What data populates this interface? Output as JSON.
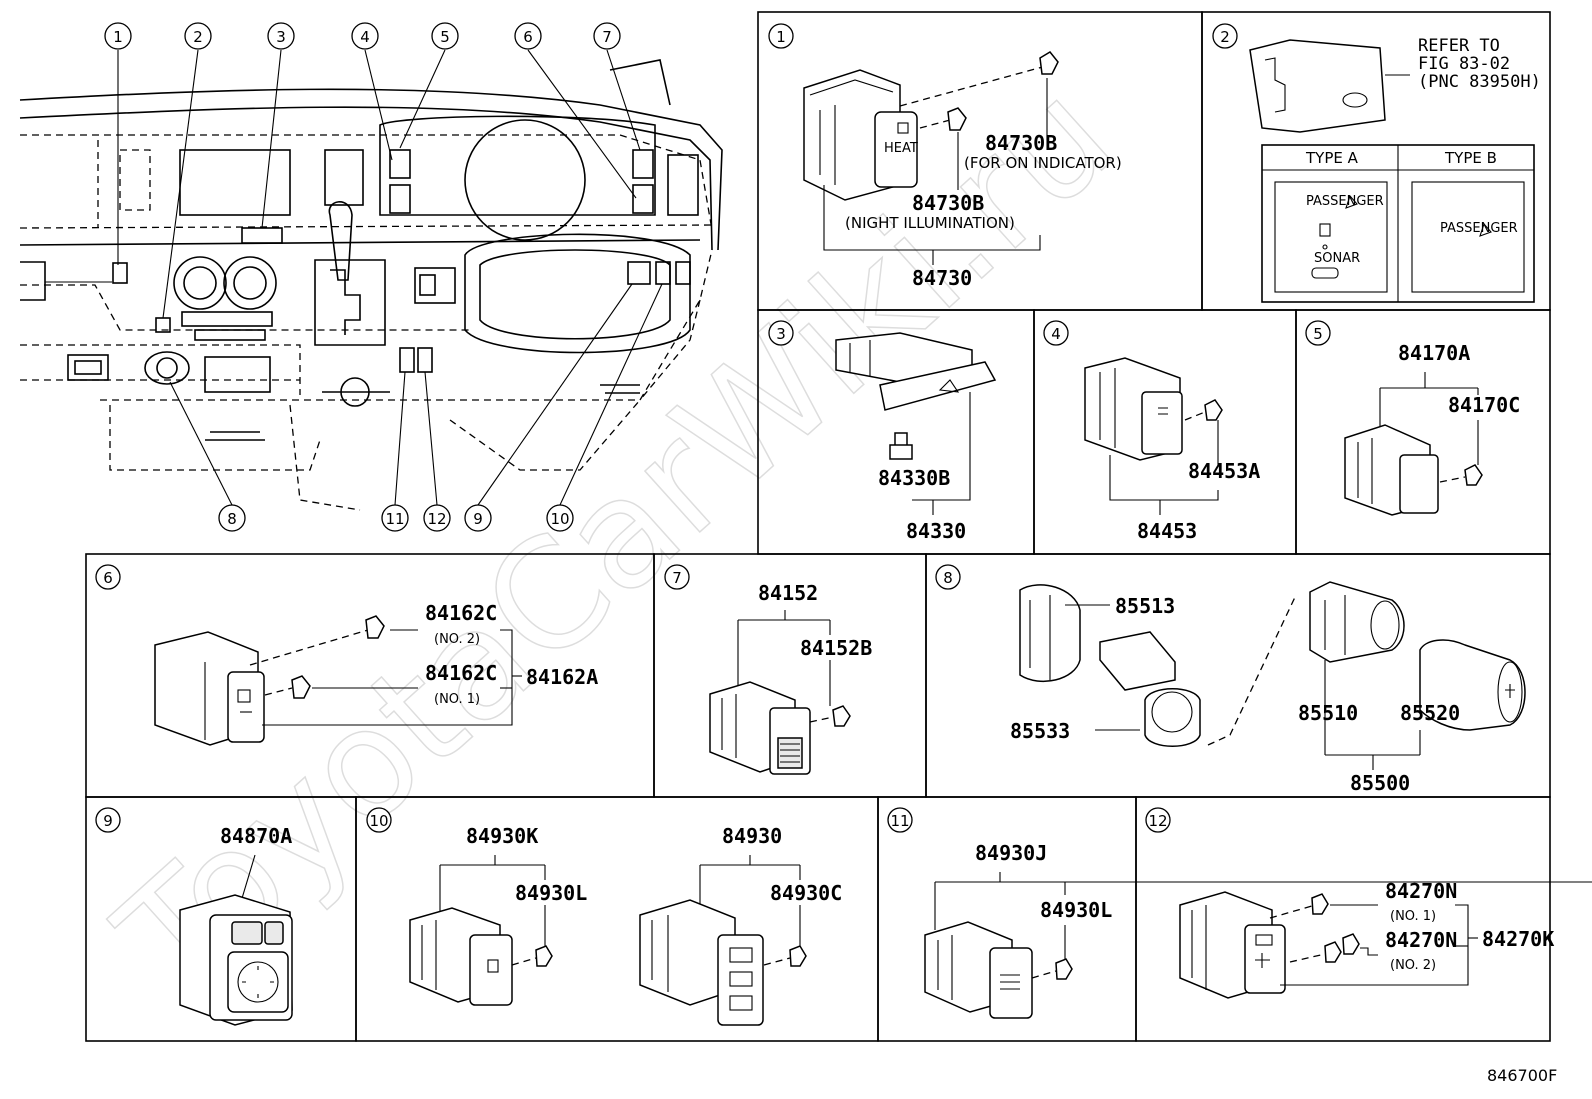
{
  "watermark": "ToyotaCarWiki.ru",
  "figure_code": "846700F",
  "callouts": [
    "1",
    "2",
    "3",
    "4",
    "5",
    "6",
    "7",
    "8",
    "9",
    "10",
    "11",
    "12"
  ],
  "panel1": {
    "num": "1",
    "pn_a": "84730B",
    "pn_a_note": "(FOR ON INDICATOR)",
    "pn_b": "84730B",
    "pn_b_note": "(NIGHT ILLUMINATION)",
    "pn_main": "84730"
  },
  "panel2": {
    "num": "2",
    "refer": [
      "REFER TO",
      "FIG 83-02",
      "(PNC 83950H)"
    ],
    "type_a": "TYPE A",
    "type_b": "TYPE B",
    "label_passenger": "PASSENGER",
    "label_sonar": "SONAR"
  },
  "panel3": {
    "num": "3",
    "pn_b": "84330B",
    "pn_main": "84330"
  },
  "panel4": {
    "num": "4",
    "pn_a": "84453A",
    "pn_main": "84453"
  },
  "panel5": {
    "num": "5",
    "pn_a": "84170A",
    "pn_c": "84170C"
  },
  "panel6": {
    "num": "6",
    "pn_c1": "84162C",
    "pn_c1_note": "(NO. 2)",
    "pn_c2": "84162C",
    "pn_c2_note": "(NO. 1)",
    "pn_a": "84162A"
  },
  "panel7": {
    "num": "7",
    "pn_main": "84152",
    "pn_b": "84152B"
  },
  "panel8": {
    "num": "8",
    "pn_513": "85513",
    "pn_533": "85533",
    "pn_510": "85510",
    "pn_520": "85520",
    "pn_500": "85500"
  },
  "panel9": {
    "num": "9",
    "pn": "84870A"
  },
  "panel10": {
    "num": "10",
    "pn_k": "84930K",
    "pn_l": "84930L",
    "pn_main": "84930",
    "pn_c": "84930C"
  },
  "panel11": {
    "num": "11",
    "pn_j": "84930J",
    "pn_l": "84930L"
  },
  "panel12": {
    "num": "12",
    "pn_n1": "84270N",
    "pn_n1_note": "(NO. 1)",
    "pn_n2": "84270N",
    "pn_n2_note": "(NO. 2)",
    "pn_k": "84270K"
  }
}
